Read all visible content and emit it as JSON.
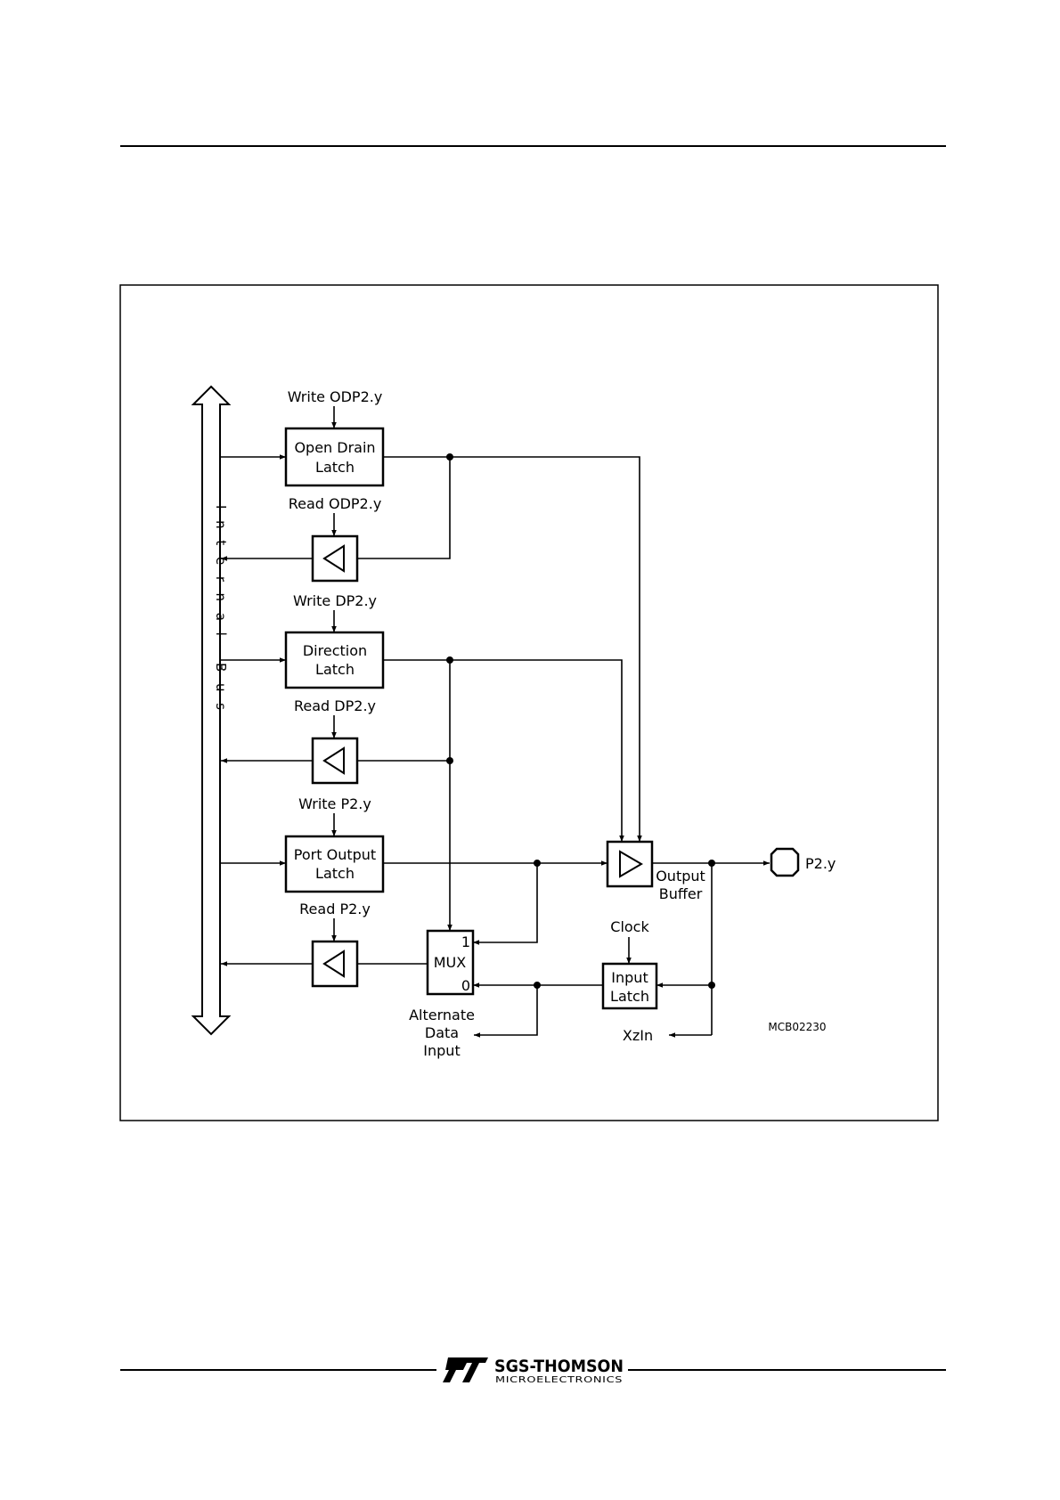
{
  "diagram": {
    "bus_label": "Internal Bus",
    "blocks": {
      "open_drain_latch": [
        "Open Drain",
        "Latch"
      ],
      "direction_latch": [
        "Direction",
        "Latch"
      ],
      "port_output_latch": [
        "Port Output",
        "Latch"
      ],
      "input_latch": [
        "Input",
        "Latch"
      ],
      "mux": "MUX",
      "mux_in1": "1",
      "mux_in0": "0"
    },
    "signals": {
      "write_odp": "Write ODP2.y",
      "read_odp": "Read ODP2.y",
      "write_dp": "Write DP2.y",
      "read_dp": "Read DP2.y",
      "write_p": "Write P2.y",
      "read_p": "Read P2.y",
      "clock": "Clock",
      "output_buffer": [
        "Output",
        "Buffer"
      ],
      "pin": "P2.y",
      "alternate_data_input": [
        "Alternate",
        "Data",
        "Input"
      ],
      "xzin": "XzIn",
      "figure_code": "MCB02230"
    }
  },
  "footer": {
    "brand": "SGS-THOMSON",
    "brand_sub": "MICROELECTRONICS"
  }
}
